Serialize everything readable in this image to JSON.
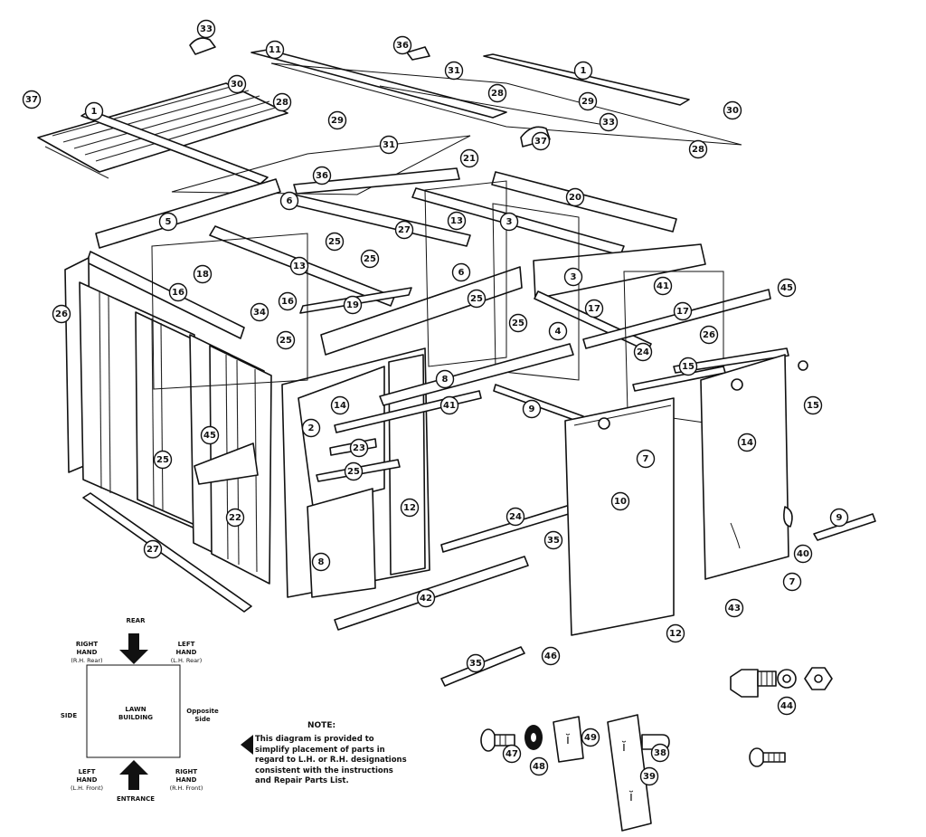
{
  "orientation": {
    "rear": "REAR",
    "right_hand_rear": [
      "RIGHT",
      "HAND",
      "(R.H. Rear)"
    ],
    "left_hand_rear": [
      "LEFT",
      "HAND",
      "(L.H. Rear)"
    ],
    "side": "SIDE",
    "center": [
      "LAWN",
      "BUILDING"
    ],
    "opposite_side": [
      "Opposite",
      "Side"
    ],
    "left_hand_front": [
      "LEFT",
      "HAND",
      "(L.H. Front)"
    ],
    "right_hand_front": [
      "RIGHT",
      "HAND",
      "(R.H. Front)"
    ],
    "entrance": "ENTRANCE"
  },
  "note": {
    "title": "NOTE:",
    "body": "This diagram is provided to simplify placement of parts in regard to L.H. or R.H. designations consistent with the instructions and Repair Parts List."
  },
  "callouts": [
    "33",
    "11",
    "36",
    "31",
    "1",
    "37",
    "30",
    "28",
    "29",
    "1",
    "28",
    "29",
    "33",
    "37",
    "30",
    "28",
    "31",
    "21",
    "36",
    "6",
    "20",
    "5",
    "27",
    "13",
    "3",
    "25",
    "13",
    "25",
    "18",
    "3",
    "6",
    "16",
    "34",
    "16",
    "19",
    "25",
    "41",
    "14",
    "17",
    "26",
    "25",
    "4",
    "24",
    "26",
    "25",
    "15",
    "17",
    "8",
    "41",
    "45",
    "7",
    "9",
    "2",
    "23",
    "14",
    "45",
    "15",
    "25",
    "25",
    "22",
    "10",
    "24",
    "12",
    "9",
    "35",
    "40",
    "7",
    "27",
    "8",
    "42",
    "43",
    "12",
    "35",
    "46",
    "44",
    "47",
    "48",
    "49",
    "38",
    "39"
  ]
}
